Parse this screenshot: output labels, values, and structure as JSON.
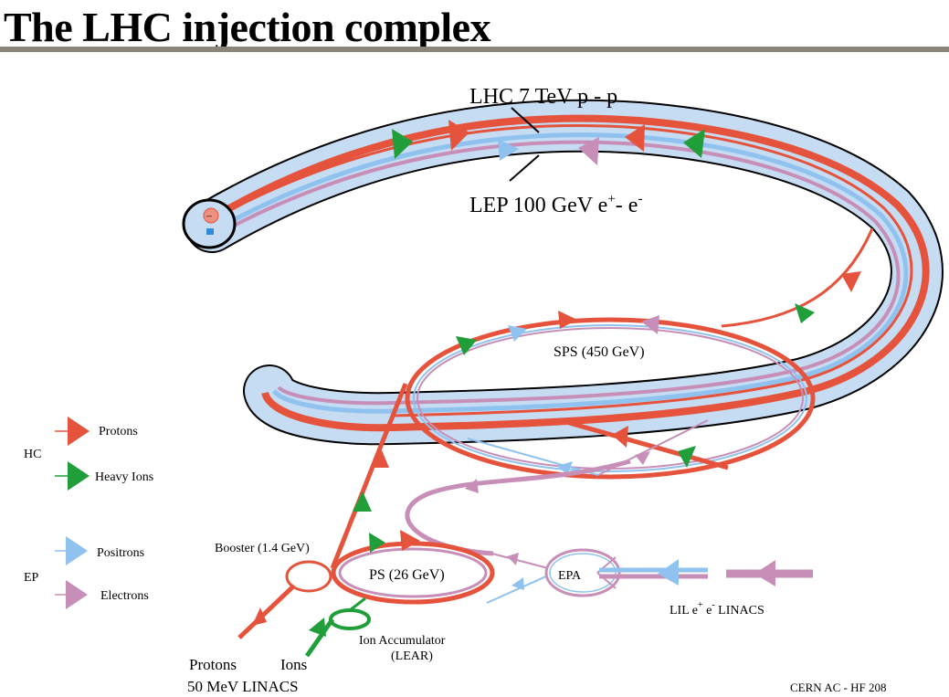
{
  "title": "The LHC injection complex",
  "colors": {
    "protons": "#e5533c",
    "heavy_ions": "#1f9e3a",
    "positrons": "#8fc2ee",
    "electrons": "#c78fb8",
    "tunnel_fill": "#c6dcf3",
    "rule": "#8c857c"
  },
  "labels": {
    "lhc_pre": "LHC 7 TeV  p - p",
    "lep_pre": "LEP 100 GeV  e",
    "lep_sup1": "+",
    "lep_mid": "- e",
    "lep_sup2": "-",
    "sps": "SPS  (450 GeV)",
    "ps": "PS (26 GeV)",
    "booster": "Booster (1.4 GeV)",
    "epa": "EPA",
    "ion_accumulator": "Ion Accumulator",
    "lear": "(LEAR)",
    "protons": "Protons",
    "ions": "Ions",
    "linacs_50": "50 MeV LINACS",
    "lil_pre": "LIL  e",
    "lil_sup1": "+",
    "lil_mid": " e",
    "lil_sup2": "-",
    "lil_post": " LINACS",
    "credit": "CERN AC - HF 208",
    "hc_tunnel_mark": "--"
  },
  "legend": {
    "groups": [
      {
        "label": "HC",
        "items": [
          "Protons",
          "Heavy Ions"
        ]
      },
      {
        "label": "EP",
        "items": [
          "Positrons",
          "Electrons"
        ]
      }
    ]
  }
}
